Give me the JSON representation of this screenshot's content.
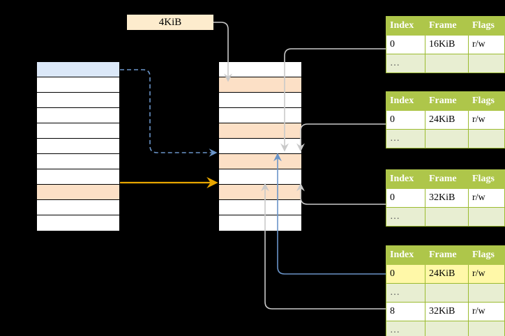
{
  "diagram": {
    "title": "Multi-level page table address translation",
    "background": "#000000",
    "colors": {
      "table_header_green": "#aec64a",
      "table_row_alt_green": "#e8eed2",
      "highlight_yellow": "#fff8a8",
      "highlight_peach": "#fce0c6",
      "highlight_blue": "#dbe8f8",
      "arrow_grey": "#c9c9c9",
      "arrow_blue": "#6a94c8",
      "arrow_orange": "#e8a600",
      "size_box_bg": "#fdeccd"
    }
  },
  "size_label": {
    "text": "4KiB"
  },
  "left_column": {
    "name": "virtual-address-space",
    "row_count": 11,
    "rows": [
      {
        "index": 0,
        "fill": "blue",
        "label": ""
      },
      {
        "index": 1,
        "fill": "white",
        "label": ""
      },
      {
        "index": 2,
        "fill": "white",
        "label": ""
      },
      {
        "index": 3,
        "fill": "white",
        "label": ""
      },
      {
        "index": 4,
        "fill": "white",
        "label": ""
      },
      {
        "index": 5,
        "fill": "white",
        "label": ""
      },
      {
        "index": 6,
        "fill": "white",
        "label": ""
      },
      {
        "index": 7,
        "fill": "white",
        "label": ""
      },
      {
        "index": 8,
        "fill": "peach",
        "label": ""
      },
      {
        "index": 9,
        "fill": "white",
        "label": ""
      },
      {
        "index": 10,
        "fill": "white",
        "label": ""
      }
    ]
  },
  "middle_column": {
    "name": "physical-memory",
    "row_count": 11,
    "rows": [
      {
        "index": 0,
        "fill": "white",
        "label": ""
      },
      {
        "index": 1,
        "fill": "peach",
        "label": ""
      },
      {
        "index": 2,
        "fill": "white",
        "label": ""
      },
      {
        "index": 3,
        "fill": "white",
        "label": ""
      },
      {
        "index": 4,
        "fill": "peach",
        "label": ""
      },
      {
        "index": 5,
        "fill": "white",
        "label": ""
      },
      {
        "index": 6,
        "fill": "peach",
        "label": ""
      },
      {
        "index": 7,
        "fill": "white",
        "label": ""
      },
      {
        "index": 8,
        "fill": "peach",
        "label": ""
      },
      {
        "index": 9,
        "fill": "white",
        "label": ""
      },
      {
        "index": 10,
        "fill": "white",
        "label": ""
      }
    ]
  },
  "page_tables": [
    {
      "name": "page-table-1",
      "headers": [
        "Index",
        "Frame",
        "Flags"
      ],
      "rows": [
        {
          "type": "data",
          "cells": [
            "0",
            "16KiB",
            "r/w"
          ],
          "highlight": false
        },
        {
          "type": "ellipsis",
          "cells": [
            "…",
            "",
            ""
          ],
          "highlight": false
        }
      ]
    },
    {
      "name": "page-table-2",
      "headers": [
        "Index",
        "Frame",
        "Flags"
      ],
      "rows": [
        {
          "type": "data",
          "cells": [
            "0",
            "24KiB",
            "r/w"
          ],
          "highlight": false
        },
        {
          "type": "ellipsis",
          "cells": [
            "…",
            "",
            ""
          ],
          "highlight": false
        }
      ]
    },
    {
      "name": "page-table-3",
      "headers": [
        "Index",
        "Frame",
        "Flags"
      ],
      "rows": [
        {
          "type": "data",
          "cells": [
            "0",
            "32KiB",
            "r/w"
          ],
          "highlight": false
        },
        {
          "type": "ellipsis",
          "cells": [
            "…",
            "",
            ""
          ],
          "highlight": false
        }
      ]
    },
    {
      "name": "page-table-4",
      "headers": [
        "Index",
        "Frame",
        "Flags"
      ],
      "rows": [
        {
          "type": "data",
          "cells": [
            "0",
            "24KiB",
            "r/w"
          ],
          "highlight": true
        },
        {
          "type": "ellipsis",
          "cells": [
            "…",
            "",
            ""
          ],
          "highlight": false
        },
        {
          "type": "data",
          "cells": [
            "8",
            "32KiB",
            "r/w"
          ],
          "highlight": false
        },
        {
          "type": "ellipsis",
          "cells": [
            "…",
            "",
            ""
          ],
          "highlight": false
        }
      ]
    }
  ],
  "connectors": [
    {
      "name": "size-to-frame",
      "style": "solid-grey"
    },
    {
      "name": "table1-to-frame",
      "style": "solid-grey"
    },
    {
      "name": "table2-to-frame",
      "style": "solid-grey"
    },
    {
      "name": "table3-to-frame",
      "style": "solid-grey"
    },
    {
      "name": "table4-row8-to-frame",
      "style": "solid-grey"
    },
    {
      "name": "table4-row0-to-frame",
      "style": "solid-blue"
    },
    {
      "name": "vaddr-page0-to-frame",
      "style": "dashed-blue"
    },
    {
      "name": "vaddr-page8-to-frame",
      "style": "solid-orange"
    }
  ]
}
